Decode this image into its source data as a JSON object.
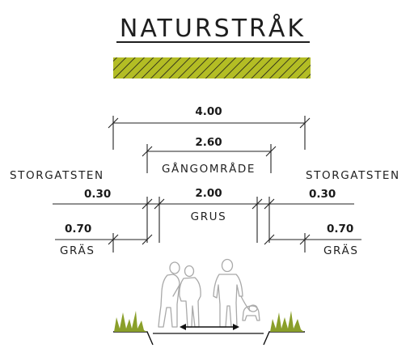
{
  "title": "NATURSTRÅK",
  "legend": {
    "pattern": "diagonal-hatch",
    "fill_color": "#b3bd24",
    "stroke_color": "#1a1a1a"
  },
  "dimensions": {
    "total": "4.00",
    "walkway": "2.60",
    "walkway_label": "GÅNGOMRÅDE",
    "center": "2.00",
    "center_label": "GRUS",
    "left_stone_label": "STORGATSTEN",
    "left_stone": "0.30",
    "right_stone_label": "STORGATSTEN",
    "right_stone": "0.30",
    "left_grass": "0.70",
    "left_grass_label": "GRÄS",
    "right_grass": "0.70",
    "right_grass_label": "GRÄS"
  },
  "colors": {
    "grass": "#8a9f2a",
    "figures": "#a9a9a9",
    "lines": "#222222"
  },
  "icons": [
    "pedestrian-couple",
    "pedestrian-with-dog",
    "grass-tuft",
    "two-way-arrow"
  ]
}
